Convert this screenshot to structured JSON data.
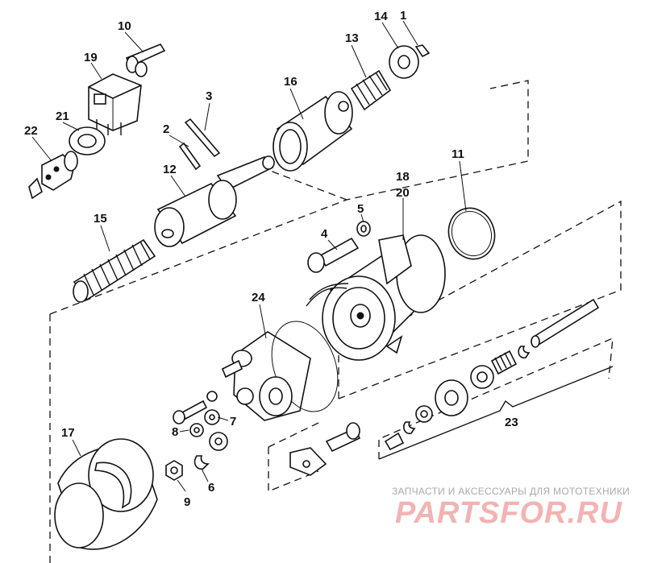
{
  "callouts": {
    "n1": "1",
    "n2": "2",
    "n3": "3",
    "n4": "4",
    "n5": "5",
    "n6": "6",
    "n7": "7",
    "n8": "8",
    "n9": "9",
    "n10": "10",
    "n11": "11",
    "n12": "12",
    "n13": "13",
    "n14": "14",
    "n15": "15",
    "n16": "16",
    "n17": "17",
    "n18": "18",
    "n19": "19",
    "n20": "20",
    "n21": "21",
    "n22": "22",
    "n23": "23",
    "n24": "24"
  },
  "watermark": {
    "tagline": "ЗАПЧАСТИ И АКСЕССУАРЫ ДЛЯ МОТОТЕХНИКИ",
    "logo": "PARTSFOR.RU"
  }
}
